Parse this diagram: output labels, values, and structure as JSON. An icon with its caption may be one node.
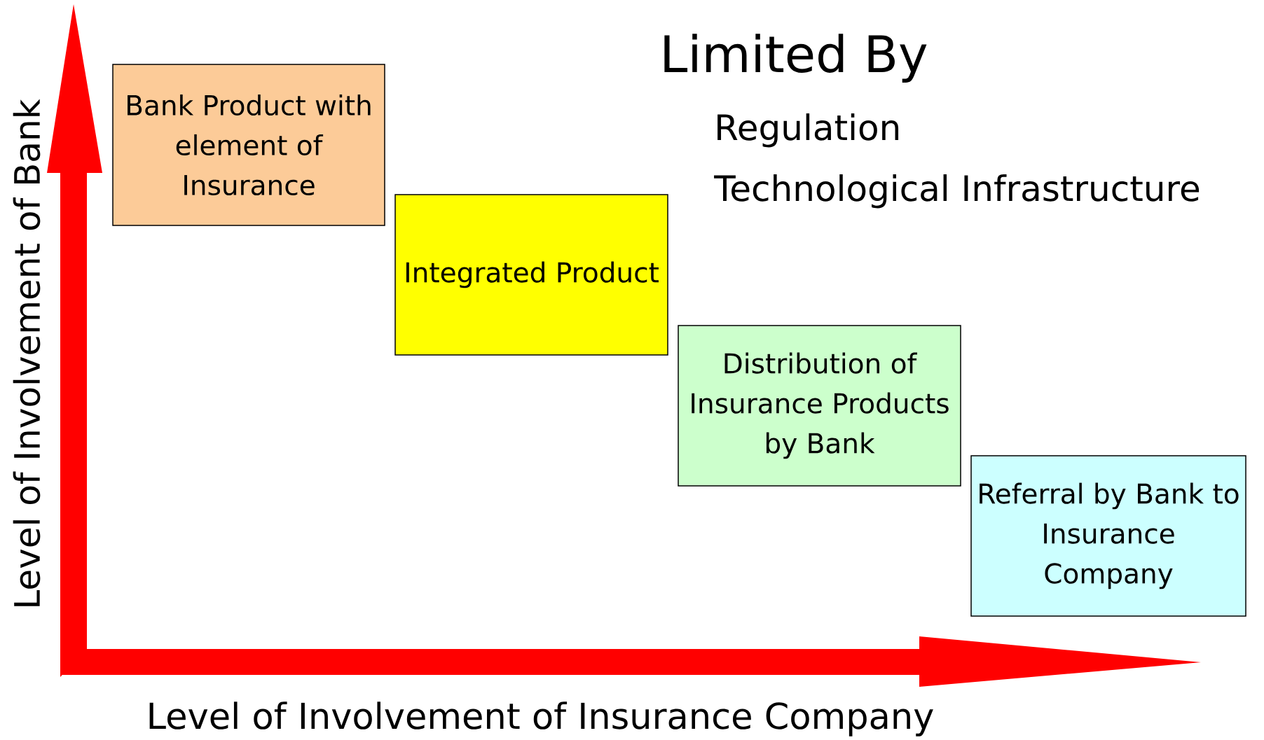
{
  "diagram": {
    "title": "Limited By",
    "nodes": [
      {
        "text": [
          "Bank Product with element of Insurance"
        ]
      },
      {
        "text": [
          "Integrated Product"
        ]
      },
      {
        "text": [
          "Distribution of Insurance Products by Bank"
        ]
      },
      {
        "text": [
          "Referral by Bank to Insurance Company"
        ]
      }
    ],
    "labels": [
      "Regulation",
      "Technological Infrastructure",
      "Level of Involvement of Bank",
      "Level of Involvement of Insurance Company"
    ]
  }
}
